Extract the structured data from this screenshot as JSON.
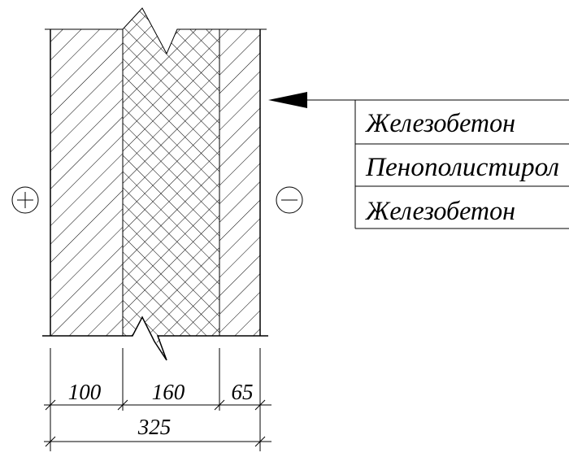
{
  "section": {
    "layers": [
      {
        "material": "Железобетон",
        "thickness": "100",
        "hatch": "diagonal"
      },
      {
        "material": "Пенополистирол",
        "thickness": "160",
        "hatch": "cross"
      },
      {
        "material": "Железобетон",
        "thickness": "65",
        "hatch": "diagonal"
      }
    ],
    "total_thickness": "325",
    "side_signs": {
      "left": "+",
      "right": "−"
    }
  },
  "legend": {
    "rows": [
      "Железобетон",
      "Пенополистирол",
      "Железобетон"
    ]
  },
  "colors": {
    "line": "#000000",
    "background": "#ffffff"
  }
}
